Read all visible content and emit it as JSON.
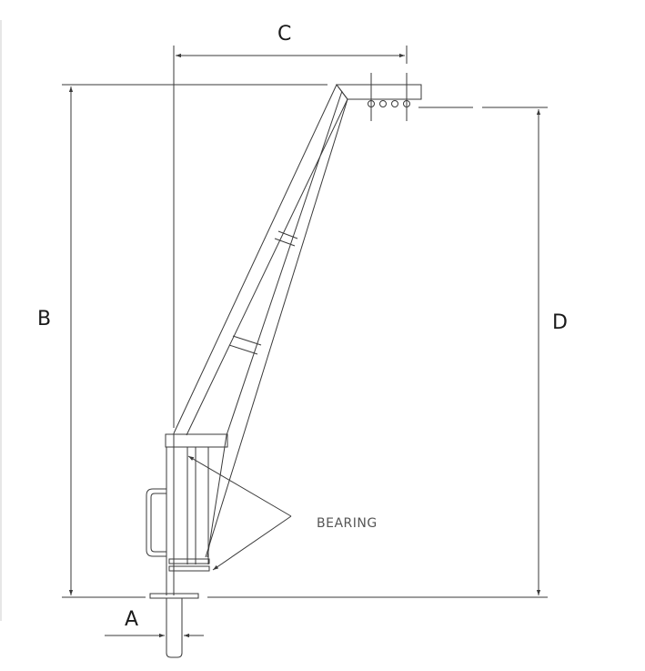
{
  "drawing": {
    "dimension_labels": {
      "a": "A",
      "b": "B",
      "c": "C",
      "d": "D"
    },
    "callout": "BEARING",
    "colors": {
      "line": "#3a3a3a",
      "background": "#ffffff"
    }
  }
}
